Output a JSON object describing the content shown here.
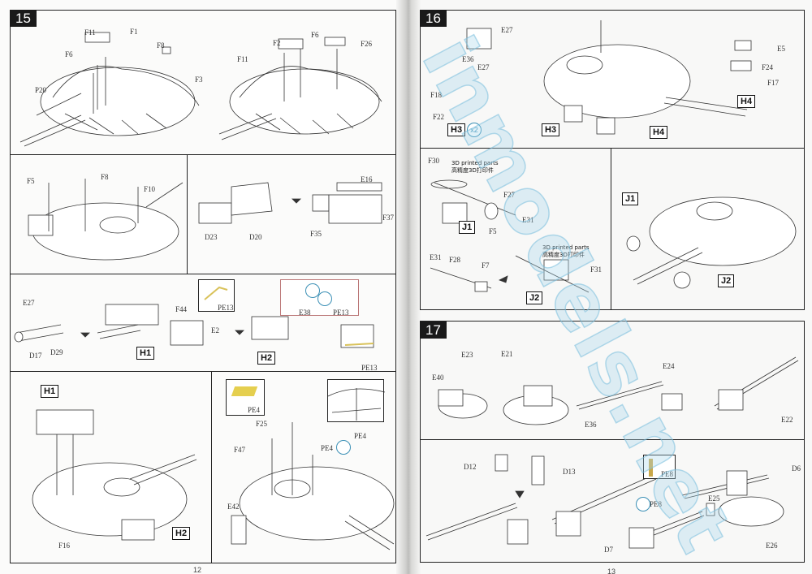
{
  "watermark": "inmodels.net",
  "colors": {
    "callout_circle": "#3a8fb5",
    "photo_etch": "#d9c25a",
    "step_header": "#1a1a1a"
  },
  "left_page": {
    "page_number": "12",
    "step15": {
      "number": "15",
      "panel_a": {
        "labels": [
          "F11",
          "F1",
          "F6",
          "F8",
          "P20",
          "F3"
        ]
      },
      "panel_b": {
        "labels": [
          "F2",
          "F6",
          "F26",
          "F11"
        ]
      },
      "panel_c": {
        "labels": [
          "F5",
          "F8",
          "F10"
        ]
      },
      "panel_d": {
        "labels": [
          "D23",
          "D20",
          "F35",
          "E16",
          "F37"
        ]
      },
      "panel_e": {
        "labels": [
          "E27",
          "D17",
          "D29",
          "F44",
          "E2",
          "E38",
          "PE13",
          "PE13",
          "PE13"
        ],
        "badges": [
          "H1",
          "H2"
        ]
      },
      "panel_f": {
        "labels": [
          "F16"
        ],
        "badges": [
          "H1",
          "H2"
        ]
      },
      "panel_g": {
        "labels": [
          "PE4",
          "F25",
          "F47",
          "PE4",
          "PE4",
          "E42"
        ]
      }
    }
  },
  "right_page": {
    "page_number": "13",
    "step16": {
      "number": "16",
      "panel_a": {
        "labels": [
          "E27",
          "E36",
          "E27",
          "F18",
          "F22",
          "E5",
          "F24",
          "F17"
        ],
        "badges": [
          "H3",
          "H3",
          "H4",
          "H4"
        ],
        "multiplier": "x2"
      },
      "panel_b": {
        "labels": [
          "F30",
          "F27",
          "E31",
          "F5",
          "E31",
          "F28",
          "F7",
          "F31"
        ],
        "badges": [
          "J1",
          "J2"
        ],
        "note_en": "3D printed parts",
        "note_cn": "高精度3D打印件"
      },
      "panel_c": {
        "badges": [
          "J1",
          "J2"
        ]
      }
    },
    "step17": {
      "number": "17",
      "panel_a": {
        "labels": [
          "E23",
          "E21",
          "E40",
          "E24",
          "E36",
          "E22"
        ]
      },
      "panel_b": {
        "labels": [
          "D12",
          "D13",
          "PE8",
          "D6",
          "E25",
          "PE8",
          "D7",
          "E26"
        ]
      }
    }
  }
}
